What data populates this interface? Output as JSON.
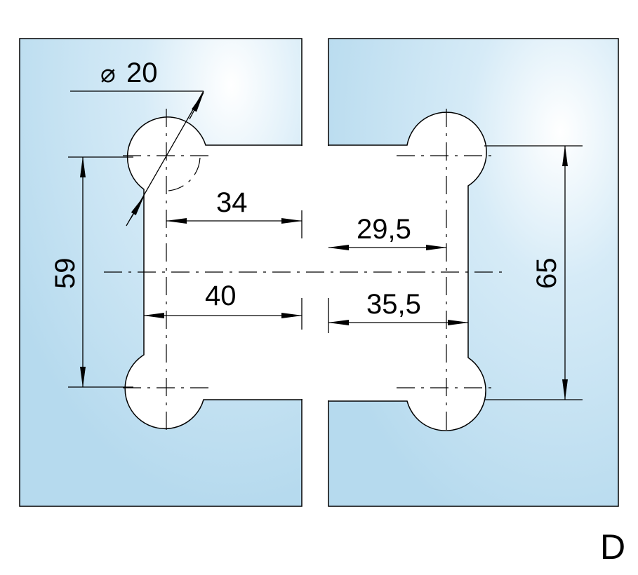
{
  "drawing": {
    "diameter_symbol": "⌀",
    "diameter_value": "20",
    "dim_34": "34",
    "dim_40": "40",
    "dim_29_5": "29,5",
    "dim_35_5": "35,5",
    "dim_59": "59",
    "dim_65": "65",
    "variant_label": "D"
  },
  "colors": {
    "glass_light": "#ffffff",
    "glass_blue": "#b9dcef"
  }
}
